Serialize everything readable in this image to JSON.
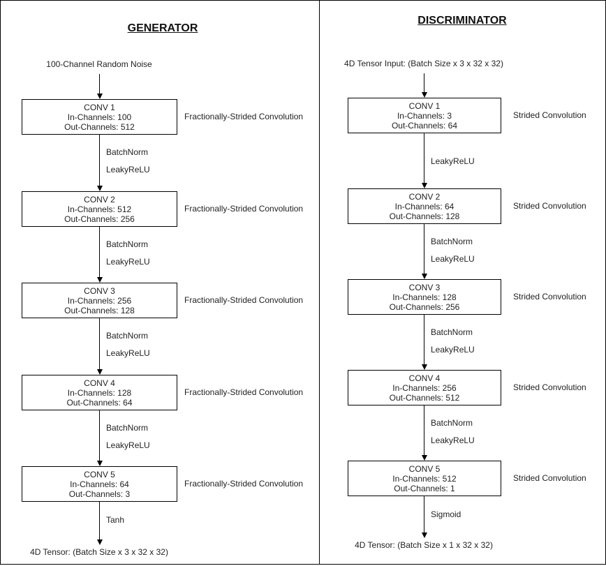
{
  "generator": {
    "title": "GENERATOR",
    "input": "100-Channel Random Noise",
    "output": "4D Tensor: (Batch Size x 3 x 32 x 32)",
    "layers": [
      {
        "name": "CONV 1",
        "in": "In-Channels: 100",
        "out": "Out-Channels: 512",
        "type": "Fractionally-Strided Convolution"
      },
      {
        "name": "CONV 2",
        "in": "In-Channels: 512",
        "out": "Out-Channels: 256",
        "type": "Fractionally-Strided Convolution"
      },
      {
        "name": "CONV 3",
        "in": "In-Channels: 256",
        "out": "Out-Channels: 128",
        "type": "Fractionally-Strided Convolution"
      },
      {
        "name": "CONV 4",
        "in": "In-Channels: 128",
        "out": "Out-Channels: 64",
        "type": "Fractionally-Strided Convolution"
      },
      {
        "name": "CONV 5",
        "in": "In-Channels: 64",
        "out": "Out-Channels: 3",
        "type": "Fractionally-Strided Convolution"
      }
    ],
    "activations": [
      [
        "BatchNorm",
        "LeakyReLU"
      ],
      [
        "BatchNorm",
        "LeakyReLU"
      ],
      [
        "BatchNorm",
        "LeakyReLU"
      ],
      [
        "BatchNorm",
        "LeakyReLU"
      ],
      [
        "Tanh"
      ]
    ]
  },
  "discriminator": {
    "title": "DISCRIMINATOR",
    "input": "4D Tensor Input: (Batch Size x 3 x 32 x 32)",
    "output": "4D Tensor: (Batch Size x 1 x 32 x 32)",
    "layers": [
      {
        "name": "CONV 1",
        "in": "In-Channels: 3",
        "out": "Out-Channels: 64",
        "type": "Strided Convolution"
      },
      {
        "name": "CONV 2",
        "in": "In-Channels: 64",
        "out": "Out-Channels: 128",
        "type": "Strided Convolution"
      },
      {
        "name": "CONV 3",
        "in": "In-Channels: 128",
        "out": "Out-Channels: 256",
        "type": "Strided Convolution"
      },
      {
        "name": "CONV 4",
        "in": "In-Channels: 256",
        "out": "Out-Channels: 512",
        "type": "Strided Convolution"
      },
      {
        "name": "CONV 5",
        "in": "In-Channels: 512",
        "out": "Out-Channels: 1",
        "type": "Strided Convolution"
      }
    ],
    "activations": [
      [
        "LeakyReLU"
      ],
      [
        "BatchNorm",
        "LeakyReLU"
      ],
      [
        "BatchNorm",
        "LeakyReLU"
      ],
      [
        "BatchNorm",
        "LeakyReLU"
      ],
      [
        "Sigmoid"
      ]
    ]
  }
}
